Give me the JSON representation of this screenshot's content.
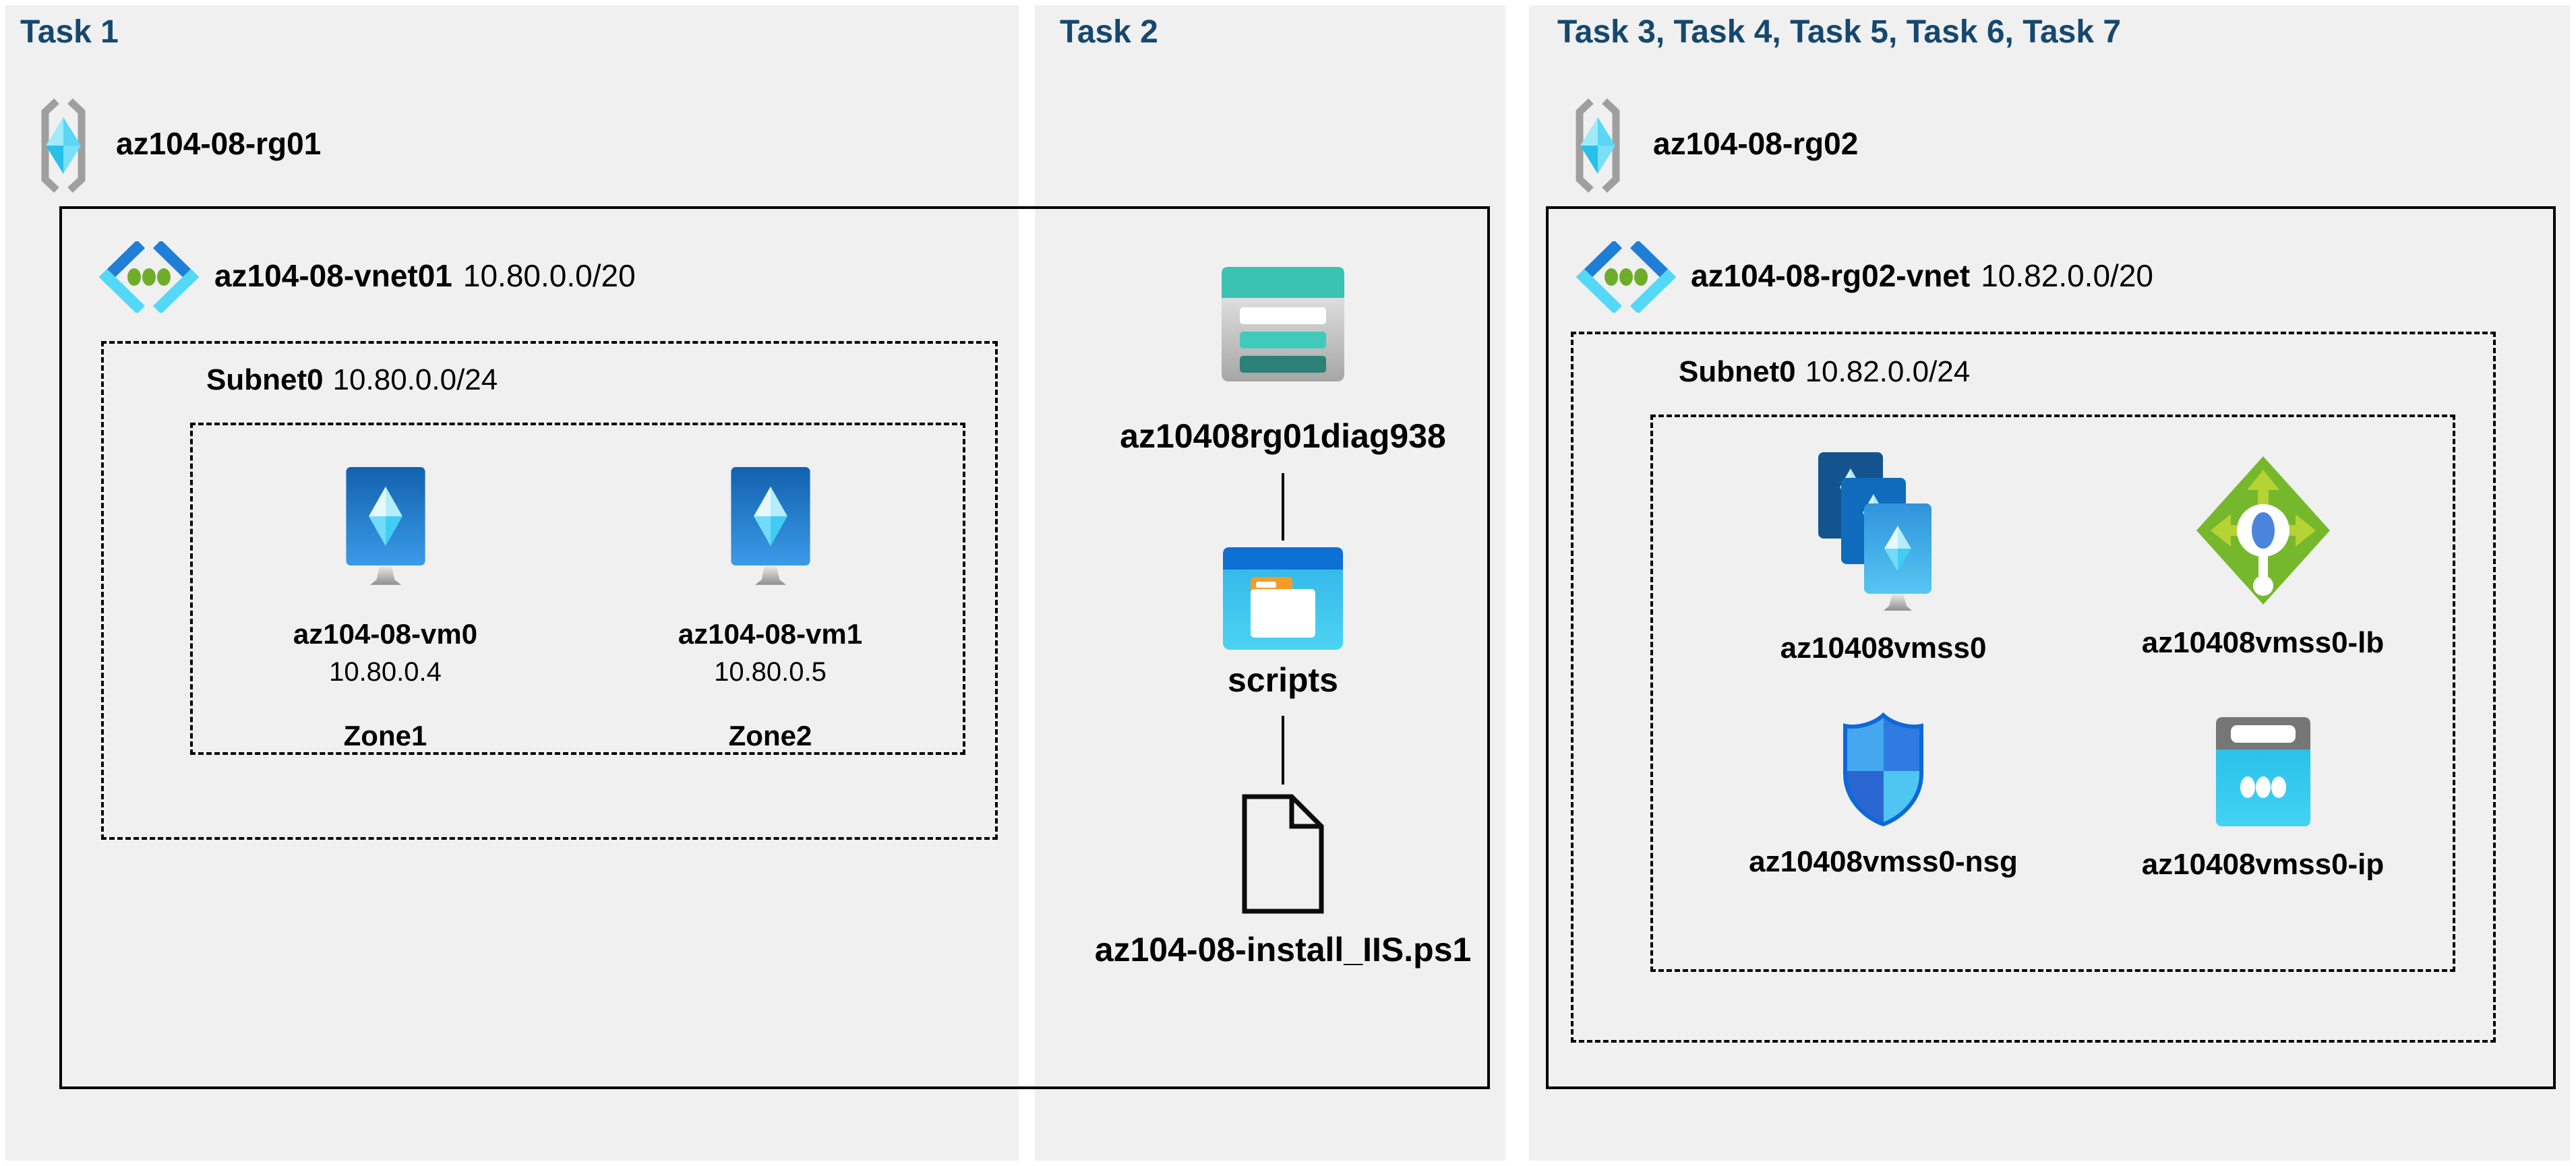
{
  "colors": {
    "header": "#15486F",
    "panel": "#F0F0F0",
    "line": "#000000"
  },
  "tasks": {
    "task1": {
      "header": "Task 1",
      "rg": "az104-08-rg01",
      "vnet_name": "az104-08-vnet01",
      "vnet_cidr": "10.80.0.0/20",
      "subnet_name": "Subnet0",
      "subnet_cidr": "10.80.0.0/24",
      "vms": [
        {
          "name": "az104-08-vm0",
          "ip": "10.80.0.4",
          "zone": "Zone1"
        },
        {
          "name": "az104-08-vm1",
          "ip": "10.80.0.5",
          "zone": "Zone2"
        }
      ]
    },
    "task2": {
      "header": "Task 2",
      "storage_account": "az10408rg01diag938",
      "folder": "scripts",
      "file": "az104-08-install_IIS.ps1"
    },
    "task3": {
      "header": "Task 3, Task 4, Task 5, Task 6, Task 7",
      "rg": "az104-08-rg02",
      "vnet_name": "az104-08-rg02-vnet",
      "vnet_cidr": "10.82.0.0/20",
      "subnet_name": "Subnet0",
      "subnet_cidr": "10.82.0.0/24",
      "resources": [
        {
          "name": "az10408vmss0"
        },
        {
          "name": "az10408vmss0-lb"
        },
        {
          "name": "az10408vmss0-nsg"
        },
        {
          "name": "az10408vmss0-ip"
        }
      ]
    }
  }
}
